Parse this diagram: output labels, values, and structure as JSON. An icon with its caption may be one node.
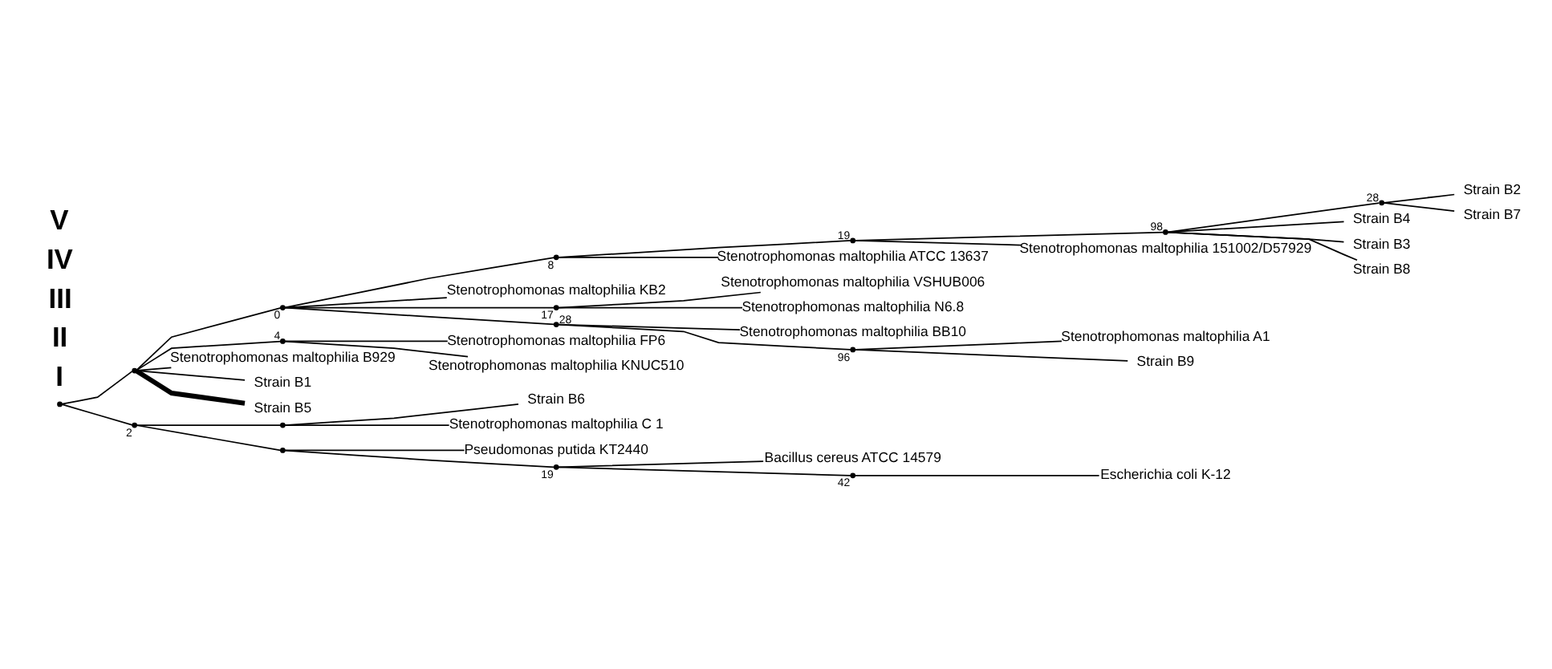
{
  "diagram": {
    "nodes": [
      {
        "text": [],
        "shape": "point"
      },
      {
        "text": [],
        "shape": "point"
      },
      {
        "text": [],
        "shape": "point",
        "beside": [
          "0"
        ]
      },
      {
        "text": [],
        "shape": "point",
        "beside": [
          "8"
        ]
      },
      {
        "text": [],
        "shape": "point",
        "beside": [
          "19"
        ]
      },
      {
        "text": [],
        "shape": "point",
        "beside": [
          "98"
        ]
      },
      {
        "text": [],
        "shape": "point",
        "beside": [
          "28"
        ]
      },
      {
        "text": [
          "Strain B2"
        ]
      },
      {
        "text": [
          "Strain B7"
        ]
      },
      {
        "text": [
          "Strain B4"
        ]
      },
      {
        "text": [
          "Strain B3"
        ]
      },
      {
        "text": [
          "Strain B8"
        ]
      },
      {
        "text": [
          "Stenotrophomonas maltophilia 151002/D57929"
        ]
      },
      {
        "text": [
          "Stenotrophomonas maltophilia ATCC 13637"
        ]
      },
      {
        "text": [
          "Stenotrophomonas maltophilia KB2"
        ]
      },
      {
        "text": [],
        "shape": "point",
        "beside": [
          "17"
        ]
      },
      {
        "text": [
          "Stenotrophomonas maltophilia VSHUB006"
        ]
      },
      {
        "text": [
          "Stenotrophomonas maltophilia N6.8"
        ]
      },
      {
        "text": [],
        "shape": "point",
        "beside": [
          "28"
        ]
      },
      {
        "text": [
          "Stenotrophomonas maltophilia BB10"
        ]
      },
      {
        "text": [],
        "shape": "point",
        "beside": [
          "96"
        ]
      },
      {
        "text": [
          "Stenotrophomonas maltophilia A1"
        ]
      },
      {
        "text": [
          "Strain B9"
        ]
      },
      {
        "text": [],
        "shape": "point",
        "beside": [
          "4"
        ]
      },
      {
        "text": [
          "Stenotrophomonas maltophilia FP6"
        ]
      },
      {
        "text": [
          "Stenotrophomonas maltophilia KNUC510"
        ]
      },
      {
        "text": [
          "Stenotrophomonas maltophilia B929"
        ]
      },
      {
        "text": [
          "Strain B1"
        ]
      },
      {
        "text": [
          "Strain B5"
        ]
      },
      {
        "text": [],
        "shape": "point",
        "beside": [
          "2"
        ]
      },
      {
        "text": [],
        "shape": "point"
      },
      {
        "text": [
          "Strain B6"
        ]
      },
      {
        "text": [
          "Stenotrophomonas maltophilia C 1"
        ]
      },
      {
        "text": [],
        "shape": "point"
      },
      {
        "text": [
          "Pseudomonas putida KT2440"
        ]
      },
      {
        "text": [],
        "shape": "point",
        "beside": [
          "19"
        ]
      },
      {
        "text": [
          "Bacillus cereus ATCC 14579"
        ]
      },
      {
        "text": [],
        "shape": "point",
        "beside": [
          "42"
        ]
      },
      {
        "text": [
          "Escherichia coli K-12"
        ]
      }
    ],
    "edges": [
      {
        "from": 0,
        "to": 1,
        "arrow": "none"
      },
      {
        "from": 1,
        "to": 2,
        "arrow": "none"
      },
      {
        "from": 2,
        "to": 3,
        "arrow": "none"
      },
      {
        "from": 3,
        "to": 4,
        "arrow": "none"
      },
      {
        "from": 4,
        "to": 5,
        "arrow": "none"
      },
      {
        "from": 5,
        "to": 6,
        "arrow": "none"
      },
      {
        "from": 6,
        "to": 7,
        "arrow": "none"
      },
      {
        "from": 6,
        "to": 8,
        "arrow": "none"
      },
      {
        "from": 5,
        "to": 9,
        "arrow": "none"
      },
      {
        "from": 5,
        "to": 10,
        "arrow": "none"
      },
      {
        "from": 5,
        "to": 11,
        "arrow": "none"
      },
      {
        "from": 4,
        "to": 12,
        "arrow": "none"
      },
      {
        "from": 3,
        "to": 13,
        "arrow": "none"
      },
      {
        "from": 2,
        "to": 14,
        "arrow": "none"
      },
      {
        "from": 2,
        "to": 15,
        "arrow": "none"
      },
      {
        "from": 15,
        "to": 16,
        "arrow": "none"
      },
      {
        "from": 15,
        "to": 17,
        "arrow": "none"
      },
      {
        "from": 2,
        "to": 18,
        "arrow": "none"
      },
      {
        "from": 18,
        "to": 19,
        "arrow": "none"
      },
      {
        "from": 18,
        "to": 20,
        "arrow": "none"
      },
      {
        "from": 20,
        "to": 21,
        "arrow": "none"
      },
      {
        "from": 20,
        "to": 22,
        "arrow": "none"
      },
      {
        "from": 1,
        "to": 23,
        "arrow": "none"
      },
      {
        "from": 23,
        "to": 24,
        "arrow": "none"
      },
      {
        "from": 23,
        "to": 25,
        "arrow": "none"
      },
      {
        "from": 1,
        "to": 26,
        "arrow": "none"
      },
      {
        "from": 1,
        "to": 27,
        "arrow": "none"
      },
      {
        "from": 1,
        "to": 28,
        "arrow": "none",
        "style": "thick"
      },
      {
        "from": 0,
        "to": 29,
        "arrow": "none"
      },
      {
        "from": 29,
        "to": 30,
        "arrow": "none"
      },
      {
        "from": 30,
        "to": 31,
        "arrow": "none"
      },
      {
        "from": 30,
        "to": 32,
        "arrow": "none"
      },
      {
        "from": 29,
        "to": 33,
        "arrow": "none"
      },
      {
        "from": 33,
        "to": 34,
        "arrow": "none"
      },
      {
        "from": 33,
        "to": 35,
        "arrow": "none"
      },
      {
        "from": 35,
        "to": 36,
        "arrow": "none"
      },
      {
        "from": 35,
        "to": 37,
        "arrow": "none"
      },
      {
        "from": 37,
        "to": 38,
        "arrow": "none"
      }
    ],
    "labels": [
      "I",
      "II",
      "III",
      "IV",
      "V"
    ]
  }
}
